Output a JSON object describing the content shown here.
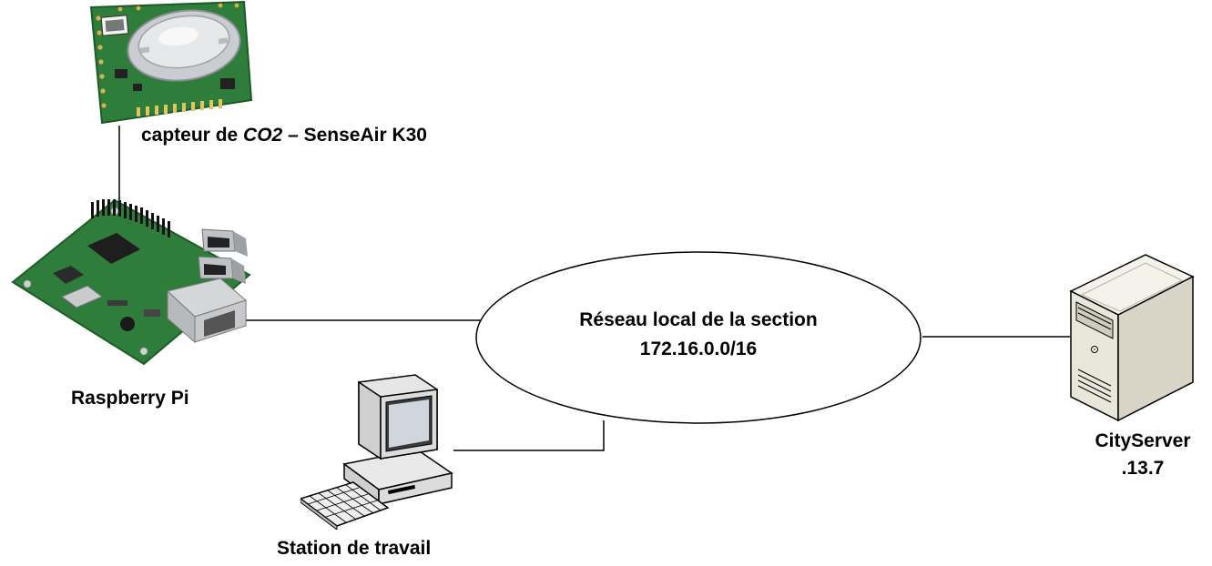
{
  "sensor": {
    "label_prefix": "capteur de ",
    "label_gas": "CO2",
    "label_suffix": " – SenseAir K30"
  },
  "raspberry": {
    "label": "Raspberry Pi"
  },
  "network": {
    "name": "Réseau local de la section",
    "subnet": "172.16.0.0/16"
  },
  "workstation": {
    "label": "Station de travail"
  },
  "server": {
    "name": "CityServer",
    "address": ".13.7"
  },
  "colors": {
    "pcb_green": "#2e7d3a",
    "line": "#000000"
  }
}
